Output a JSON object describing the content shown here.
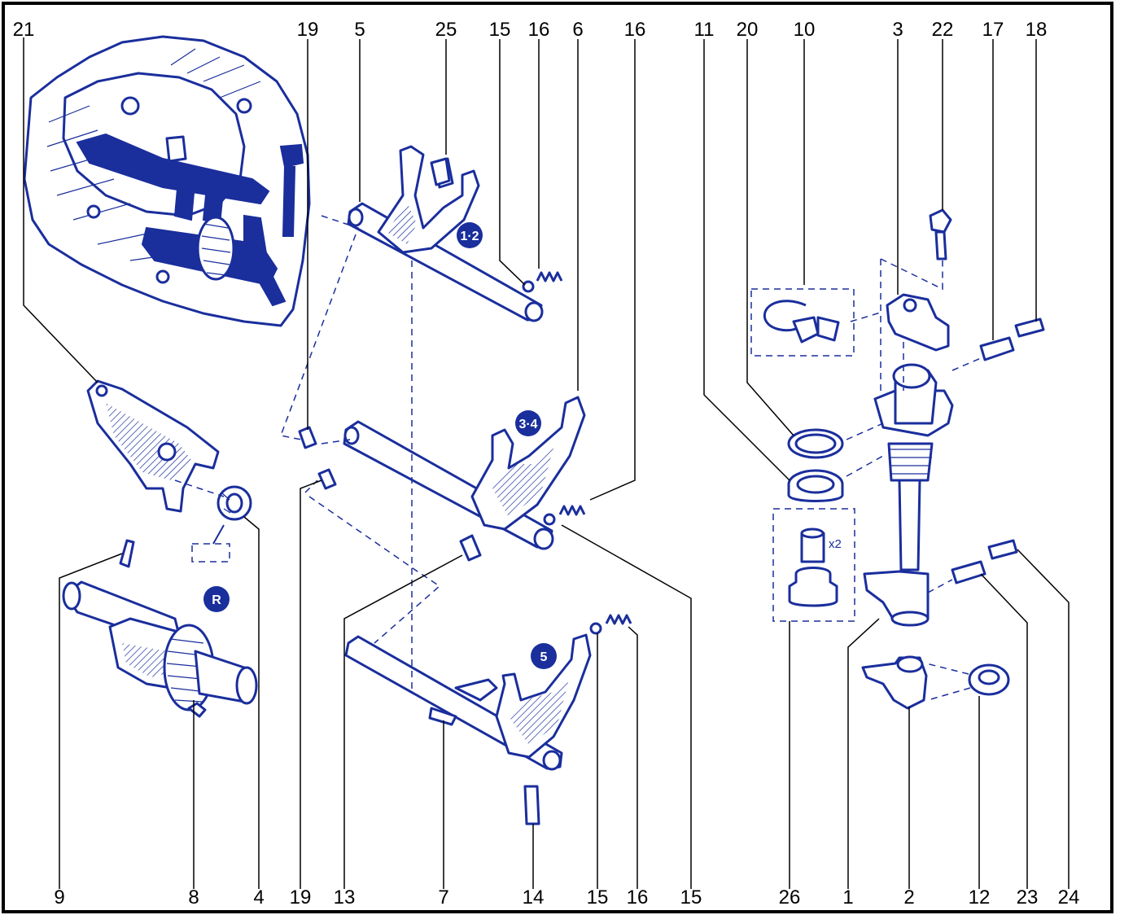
{
  "colors": {
    "accent": "#1a2e9c",
    "text": "#000000",
    "frame": "#000000",
    "background": "#ffffff"
  },
  "labels_top": [
    "21",
    "19",
    "5",
    "25",
    "15",
    "16",
    "6",
    "16",
    "11",
    "20",
    "10",
    "3",
    "22",
    "17",
    "18"
  ],
  "labels_bottom": [
    "9",
    "8",
    "4",
    "19",
    "13",
    "7",
    "14",
    "15",
    "16",
    "15",
    "26",
    "1",
    "2",
    "12",
    "23",
    "24"
  ],
  "badges": {
    "gear_12": "1·2",
    "gear_34": "3·4",
    "gear_5": "5",
    "reverse": "R"
  },
  "multiplier": "x2",
  "icons": [
    "gearbox-assembly-icon",
    "release-fork-icon",
    "selector-rod-icon",
    "selector-fork-icon",
    "spring-icon",
    "ball-icon",
    "pin-icon",
    "selector-shaft-icon",
    "bolt-icon",
    "reverse-gear-icon"
  ]
}
